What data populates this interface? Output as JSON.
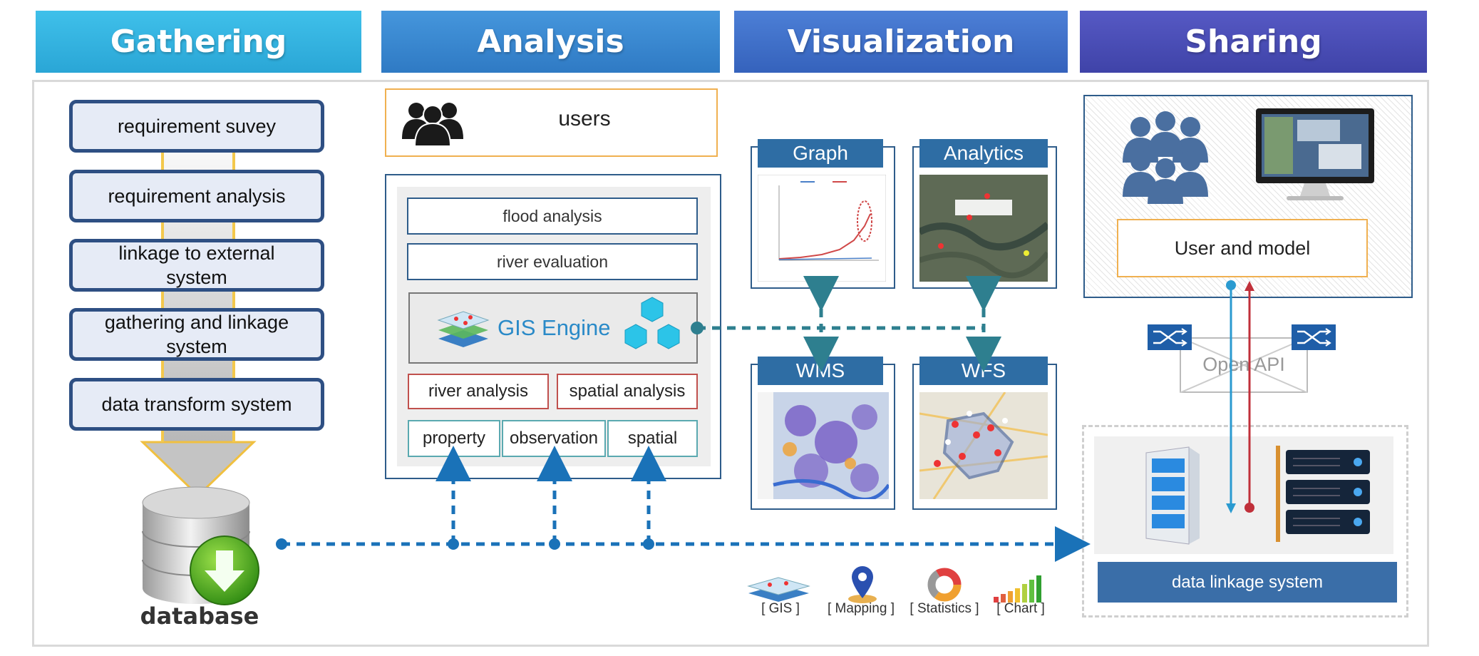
{
  "stages": [
    {
      "label": "Gathering",
      "color": "#36b4e0"
    },
    {
      "label": "Analysis",
      "color": "#3a86d0"
    },
    {
      "label": "Visualization",
      "color": "#4270c8"
    },
    {
      "label": "Sharing",
      "color": "#4a4fb8"
    }
  ],
  "gathering": {
    "steps": [
      "requirement  suvey",
      "requirement  analysis",
      "linkage to external system",
      "gathering  and linkage system",
      "data transform  system"
    ],
    "database_label": "database"
  },
  "analysis": {
    "users_label": "users",
    "modules": [
      "flood analysis",
      "river evaluation"
    ],
    "engine_label": "GIS Engine",
    "analysis_types": [
      "river analysis",
      "spatial  analysis"
    ],
    "data_types": [
      "property",
      "observation",
      "spatial"
    ]
  },
  "visualization": {
    "cards": [
      "Graph",
      "Analytics",
      "WMS",
      "WFS"
    ],
    "legend": [
      "[ GIS ]",
      "[ Mapping ]",
      "[ Statistics ]",
      "[ Chart ]"
    ]
  },
  "sharing": {
    "user_model_label": "User and model",
    "api_label": "Open  API",
    "linkage_label": "data linkage system"
  }
}
